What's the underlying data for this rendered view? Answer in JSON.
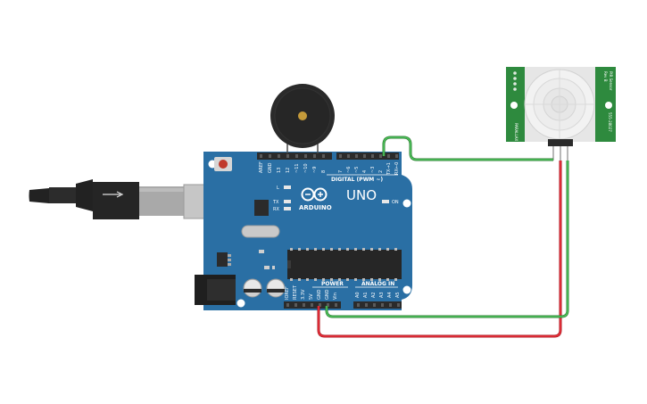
{
  "board": {
    "brand": "ARDUINO",
    "model": "UNO",
    "digital_label": "DIGITAL (PWM ~)",
    "power_label": "POWER",
    "analog_label": "ANALOG IN",
    "on_label": "ON",
    "l_label": "L",
    "tx_label": "TX",
    "rx_label": "RX",
    "top_pins": [
      "AREF",
      "GND",
      "13",
      "12",
      "~11",
      "~10",
      "~9",
      "8",
      "7",
      "~6",
      "~5",
      "4",
      "~3",
      "2",
      "TX→1",
      "RX←0"
    ],
    "power_pins": [
      "IOREF",
      "RESET",
      "3.3V",
      "5V",
      "GND",
      "GND",
      "Vin"
    ],
    "analog_pins": [
      "A0",
      "A1",
      "A2",
      "A3",
      "A4",
      "A5"
    ]
  },
  "pir": {
    "name_label": "PIR Sensor",
    "rev_label": "Rev B",
    "part_label": "555-28027",
    "brand_label": "PARALLAX"
  },
  "colors": {
    "board": "#2a6fa4",
    "header": "#2b2b2b",
    "wire_green": "#3fae49",
    "wire_red": "#d9202a",
    "pir_pcb": "#2e8a3e",
    "buzzer": "#2a2a2a",
    "usb": "#222222"
  },
  "icons": [
    "usb-cable-icon",
    "arduino-logo-icon",
    "buzzer-icon",
    "pir-sensor-icon",
    "reset-button-icon"
  ]
}
